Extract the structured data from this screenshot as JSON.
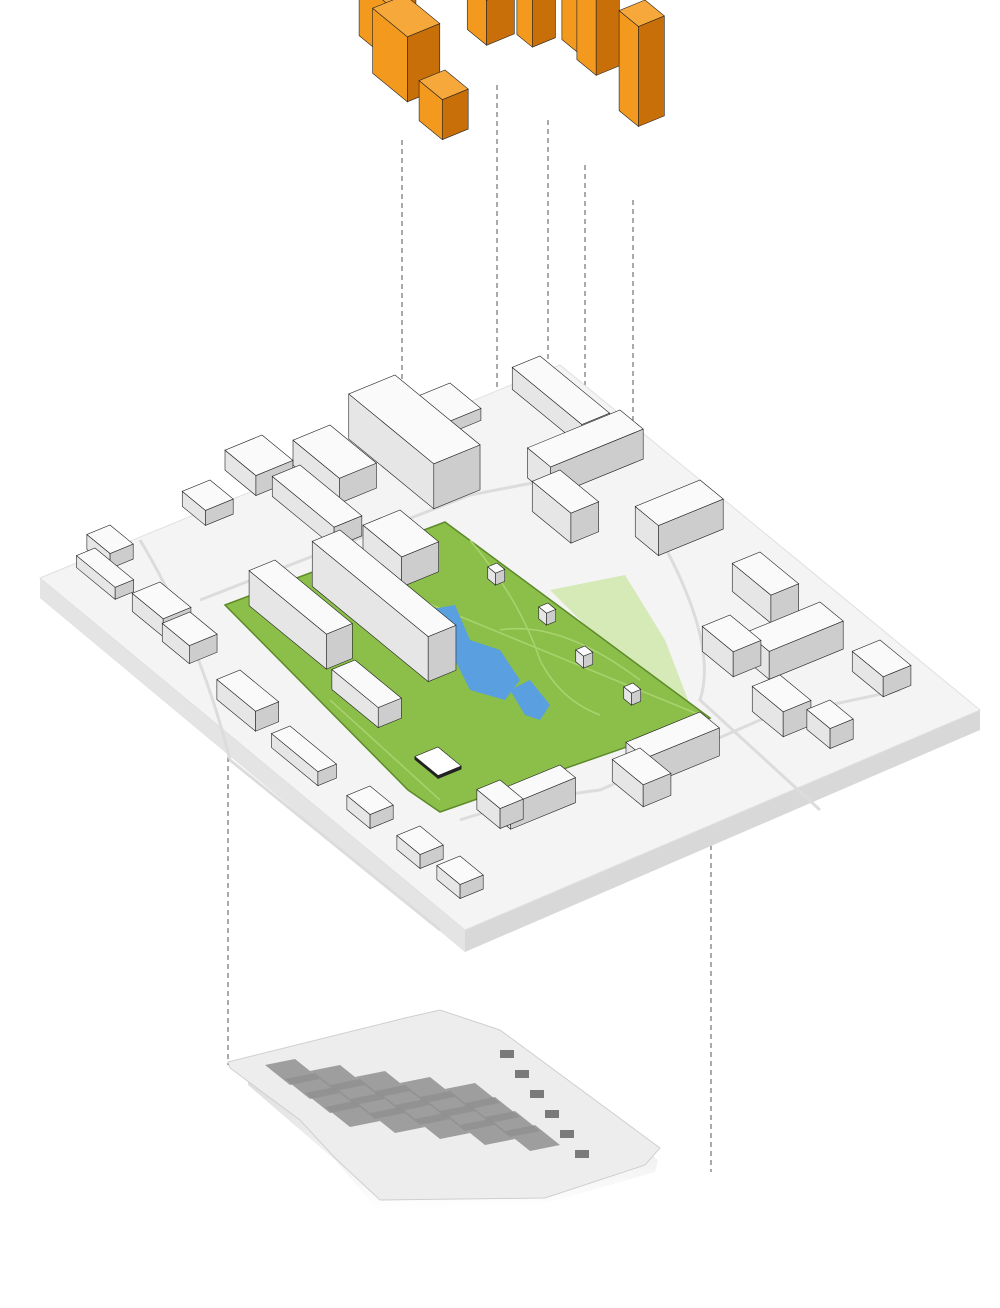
{
  "diagram": {
    "type": "exploded axonometric site diagram",
    "colors": {
      "proposed_buildings": "#f39a1e",
      "proposed_buildings_side": "#c96f0a",
      "park": "#8bbf4a",
      "park_light": "#cfe6a8",
      "water": "#5a9fe0",
      "context_massing": "#f2f2f2",
      "context_shadow": "#d6d6d6",
      "parking_plan": "#e8e8e8",
      "parking_stalls": "#8a8a8a",
      "guide_lines": "#555555"
    },
    "layers": [
      "proposed-towers",
      "site-model",
      "underground-parking"
    ]
  }
}
